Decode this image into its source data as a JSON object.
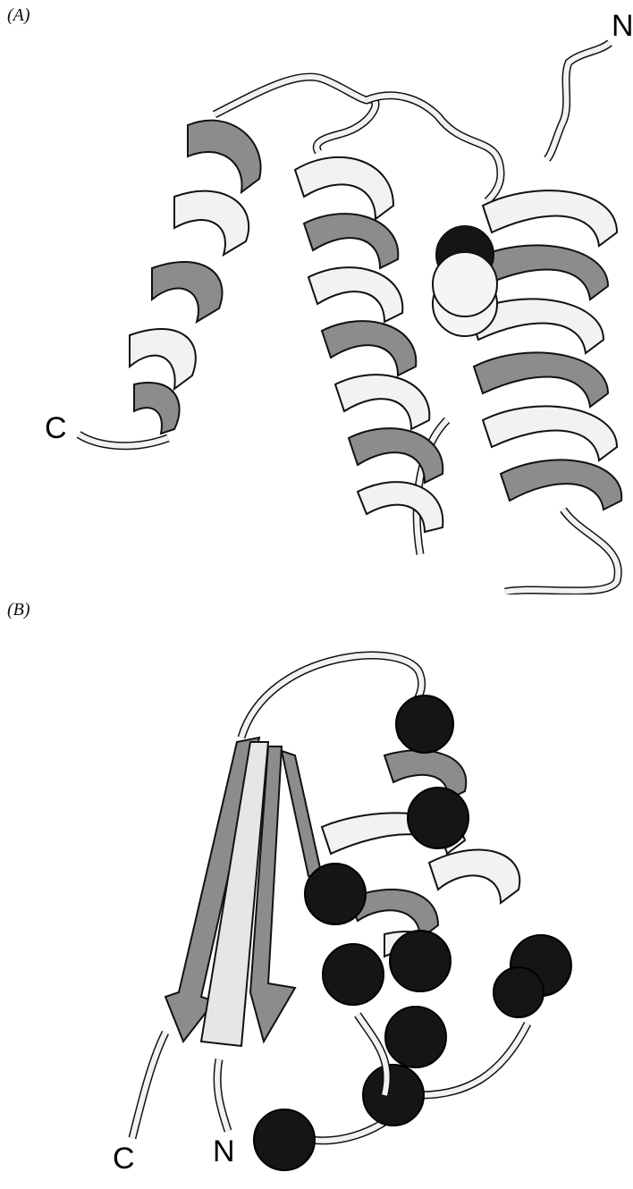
{
  "panels": [
    {
      "label": "(A)",
      "n_terminus": "N",
      "c_terminus": "C"
    },
    {
      "label": "(B)",
      "n_terminus": "N",
      "c_terminus": "C"
    }
  ],
  "colors": {
    "ribbon_light": "#f2f2f2",
    "ribbon_dark": "#8c8c8c",
    "outline": "#111111",
    "sphere": "#151515"
  }
}
